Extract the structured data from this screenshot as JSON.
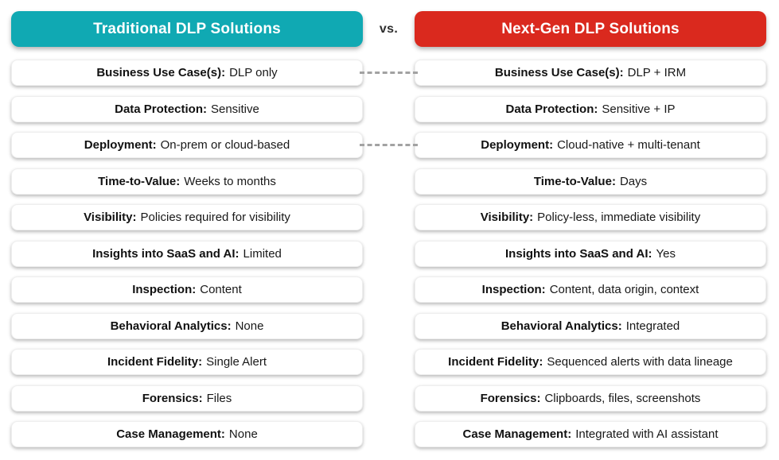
{
  "header": {
    "left_title": "Traditional DLP Solutions",
    "vs_label": "vs.",
    "right_title": "Next-Gen DLP Solutions",
    "left_color": "#10A9B3",
    "right_color": "#DA291E"
  },
  "rows": [
    {
      "label": "Business Use Case(s):",
      "left": "DLP only",
      "right": "DLP + IRM",
      "connected": true
    },
    {
      "label": "Data Protection:",
      "left": "Sensitive",
      "right": "Sensitive + IP",
      "connected": false
    },
    {
      "label": "Deployment:",
      "left": "On-prem or cloud-based",
      "right": "Cloud-native + multi-tenant",
      "connected": true
    },
    {
      "label": "Time-to-Value:",
      "left": "Weeks to months",
      "right": "Days",
      "connected": false
    },
    {
      "label": "Visibility:",
      "left": "Policies required for visibility",
      "right": "Policy-less, immediate visibility",
      "connected": false
    },
    {
      "label": "Insights into SaaS and AI:",
      "left": "Limited",
      "right": "Yes",
      "connected": false
    },
    {
      "label": "Inspection:",
      "left": "Content",
      "right": "Content, data origin, context",
      "connected": false
    },
    {
      "label": "Behavioral Analytics:",
      "left": "None",
      "right": "Integrated",
      "connected": false
    },
    {
      "label": "Incident Fidelity:",
      "left": "Single Alert",
      "right": "Sequenced alerts with data lineage",
      "connected": false
    },
    {
      "label": "Forensics:",
      "left": "Files",
      "right": "Clipboards, files, screenshots",
      "connected": false
    },
    {
      "label": "Case Management:",
      "left": "None",
      "right": "Integrated with AI assistant",
      "connected": false
    }
  ]
}
